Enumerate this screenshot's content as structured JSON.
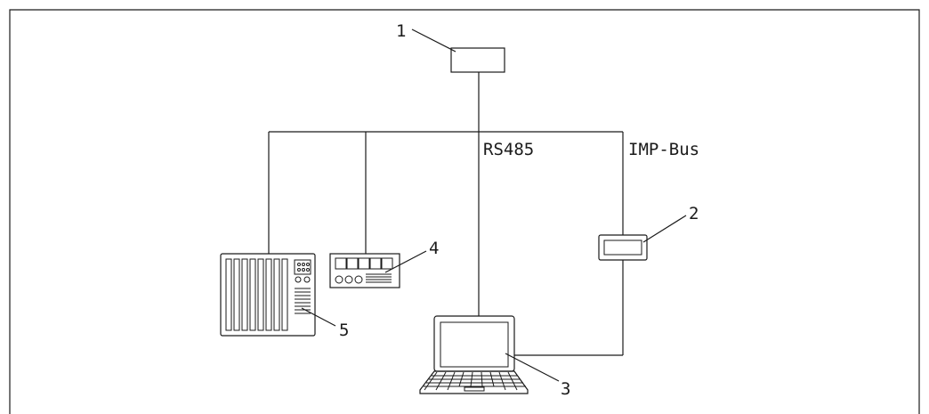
{
  "labels": {
    "callout_1": "1",
    "callout_2": "2",
    "callout_3": "3",
    "callout_4": "4",
    "callout_5": "5",
    "bus_rs485": "RS485",
    "bus_imp": "IMP-Bus"
  }
}
